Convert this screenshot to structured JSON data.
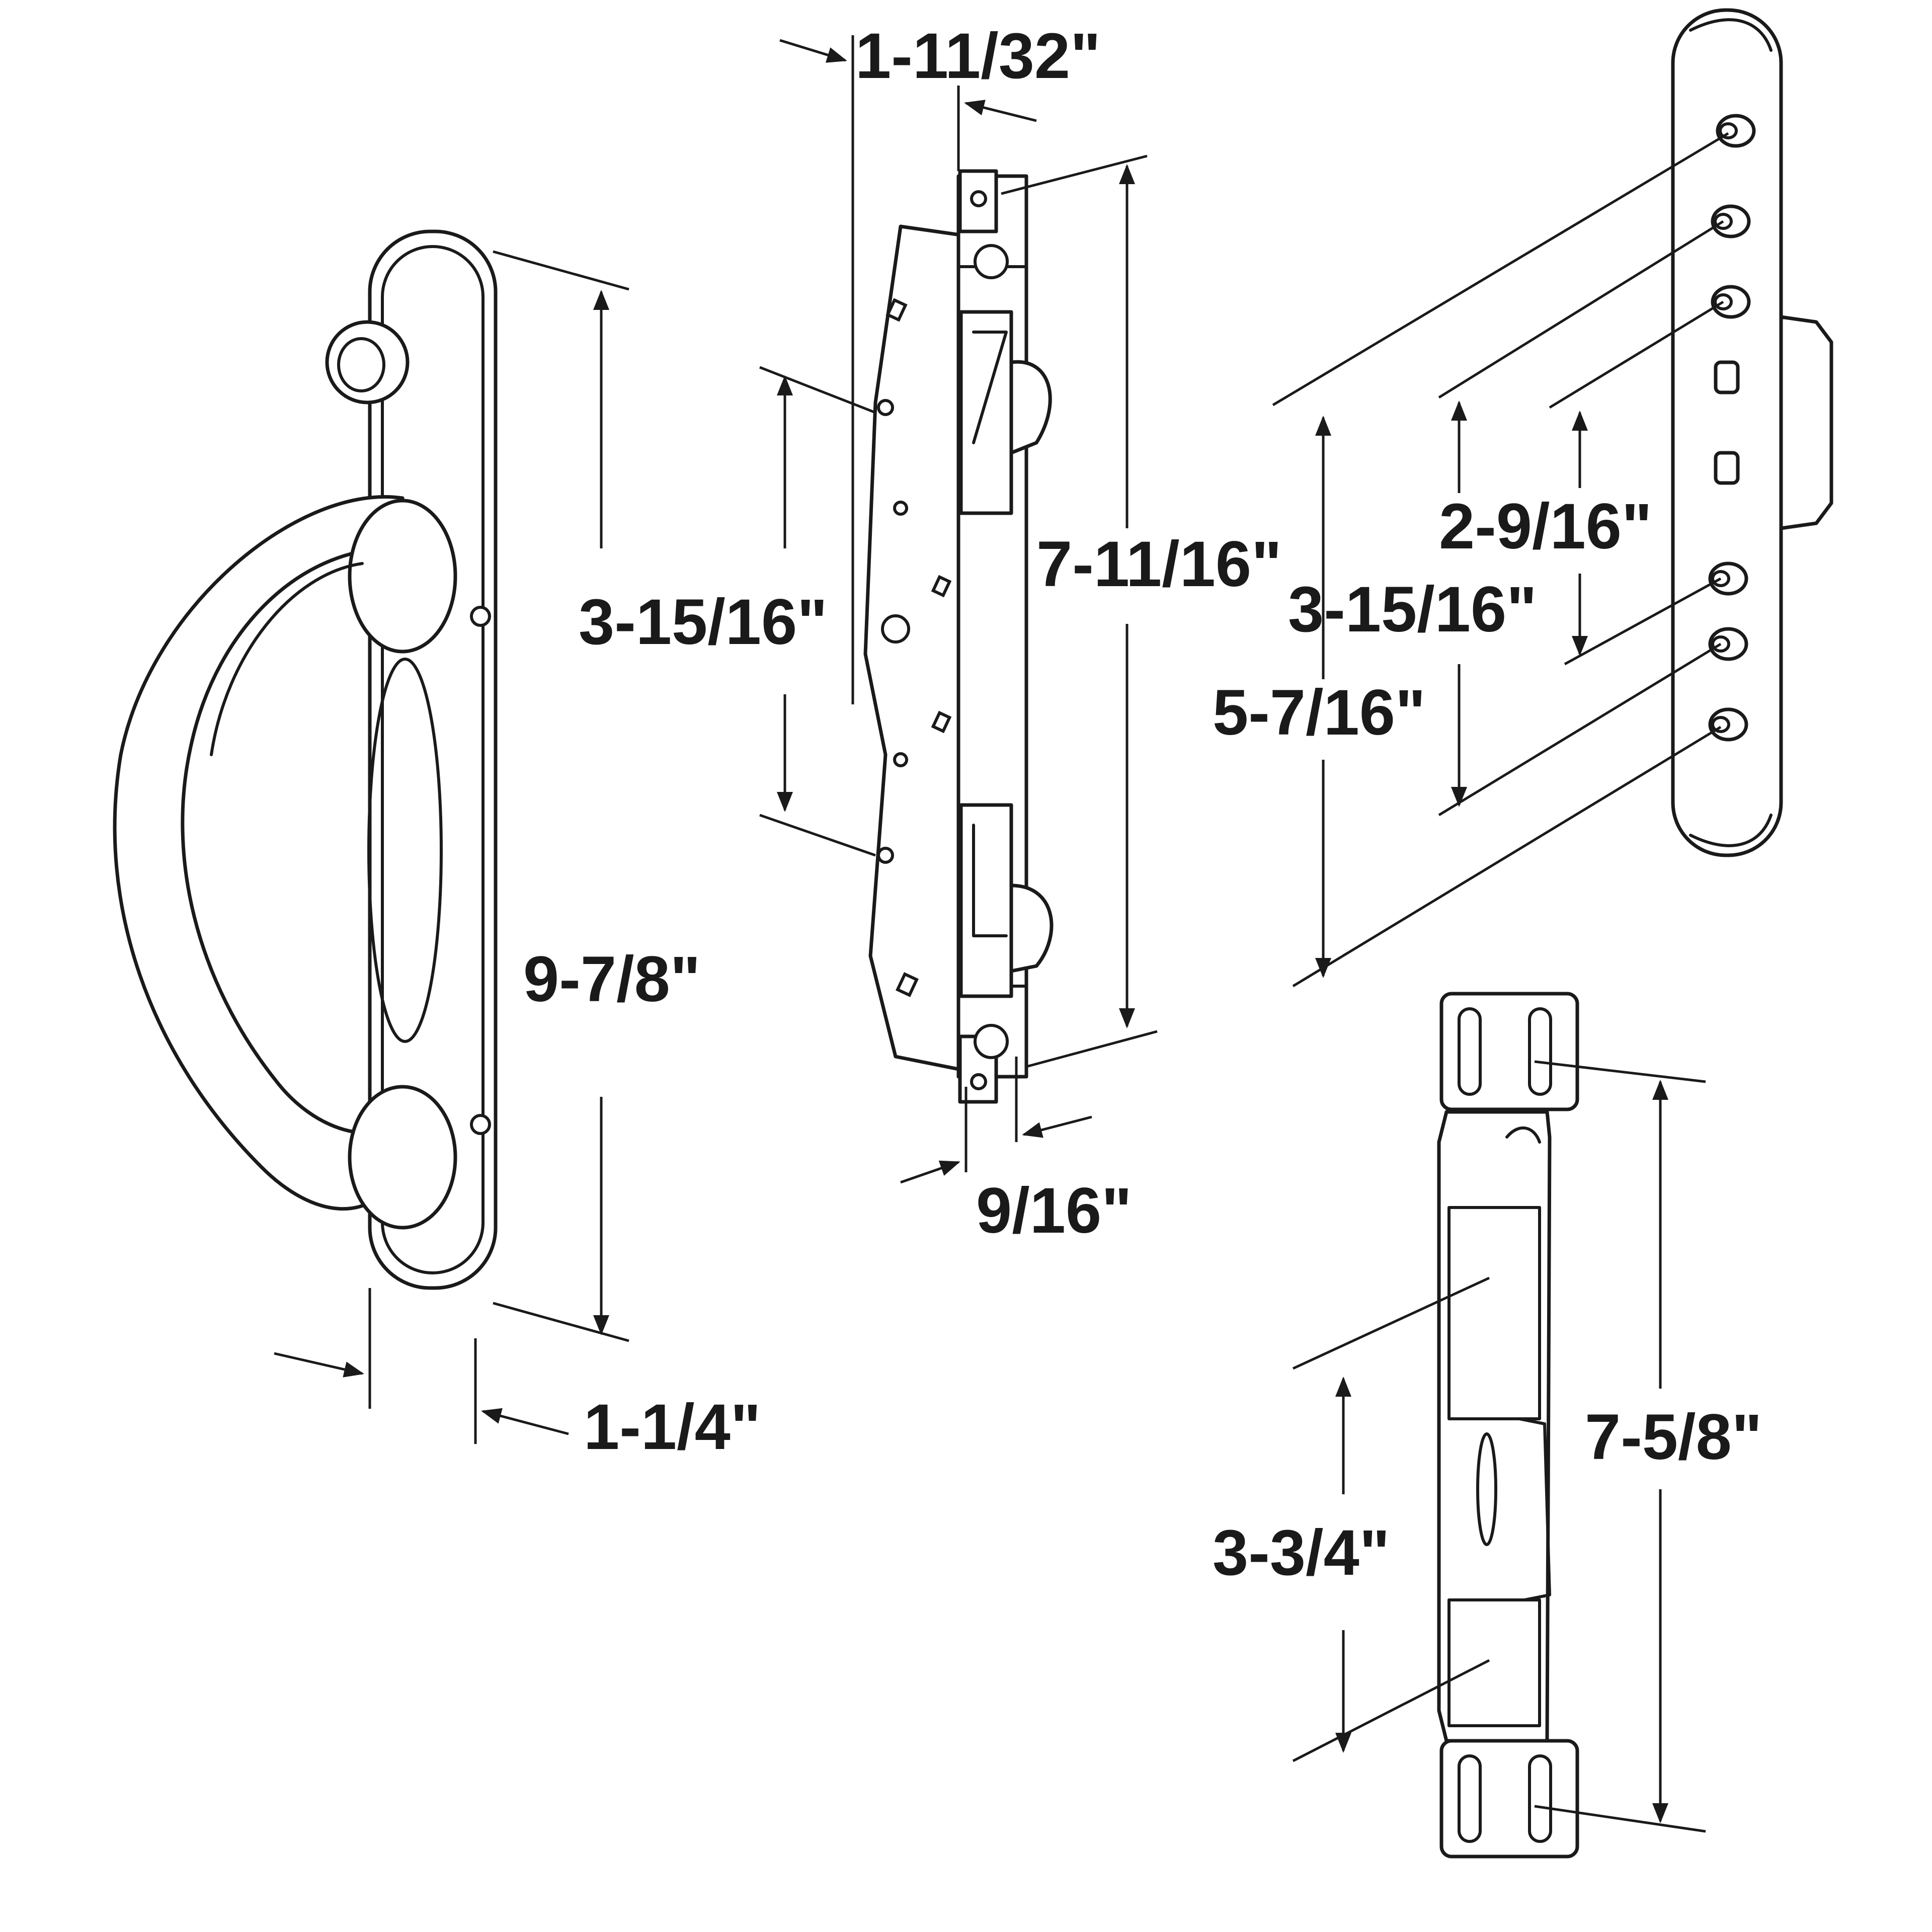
{
  "colors": {
    "ink": "#1a1a1a",
    "background": "#ffffff"
  },
  "parts": [
    {
      "name": "handle",
      "dimensions": {
        "height": "9-7/8\"",
        "thickness": "1-1/4\""
      }
    },
    {
      "name": "mortise-lock",
      "dimensions": {
        "width": "1-11/32\"",
        "height": "7-11/16\"",
        "hole_spacing": "3-15/16\"",
        "depth": "9/16\""
      }
    },
    {
      "name": "latch-plate",
      "dimensions": {
        "inner_spacing": "2-9/16\"",
        "middle_spacing": "3-15/16\"",
        "outer_spacing": "5-7/16\""
      }
    },
    {
      "name": "keeper",
      "dimensions": {
        "slot_spacing": "3-3/4\"",
        "height": "7-5/8\""
      }
    }
  ]
}
